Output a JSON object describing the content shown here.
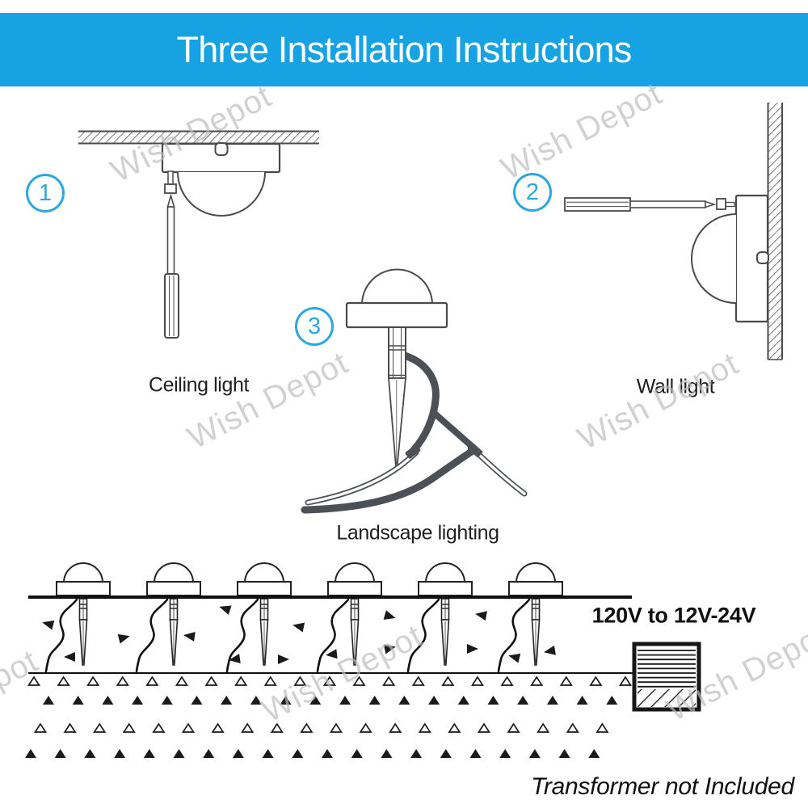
{
  "header": {
    "title": "Three Installation Instructions"
  },
  "watermark": {
    "text": "Wish Depot"
  },
  "steps": [
    {
      "number": "1",
      "label": "Ceiling light"
    },
    {
      "number": "2",
      "label": "Wall light"
    },
    {
      "number": "3",
      "label": "Landscape lighting"
    }
  ],
  "bottom": {
    "voltage_label": "120V to 12V-24V",
    "note": "Transformer not Included",
    "light_count": 6
  },
  "colors": {
    "header_bg": "#17A2E4",
    "accent_circle": "#2BA8DF",
    "watermark": "#BCBCBC",
    "line_soft": "#4A4A4A",
    "line_dark": "#1A1A1A",
    "cable_gray": "#4B5156"
  }
}
